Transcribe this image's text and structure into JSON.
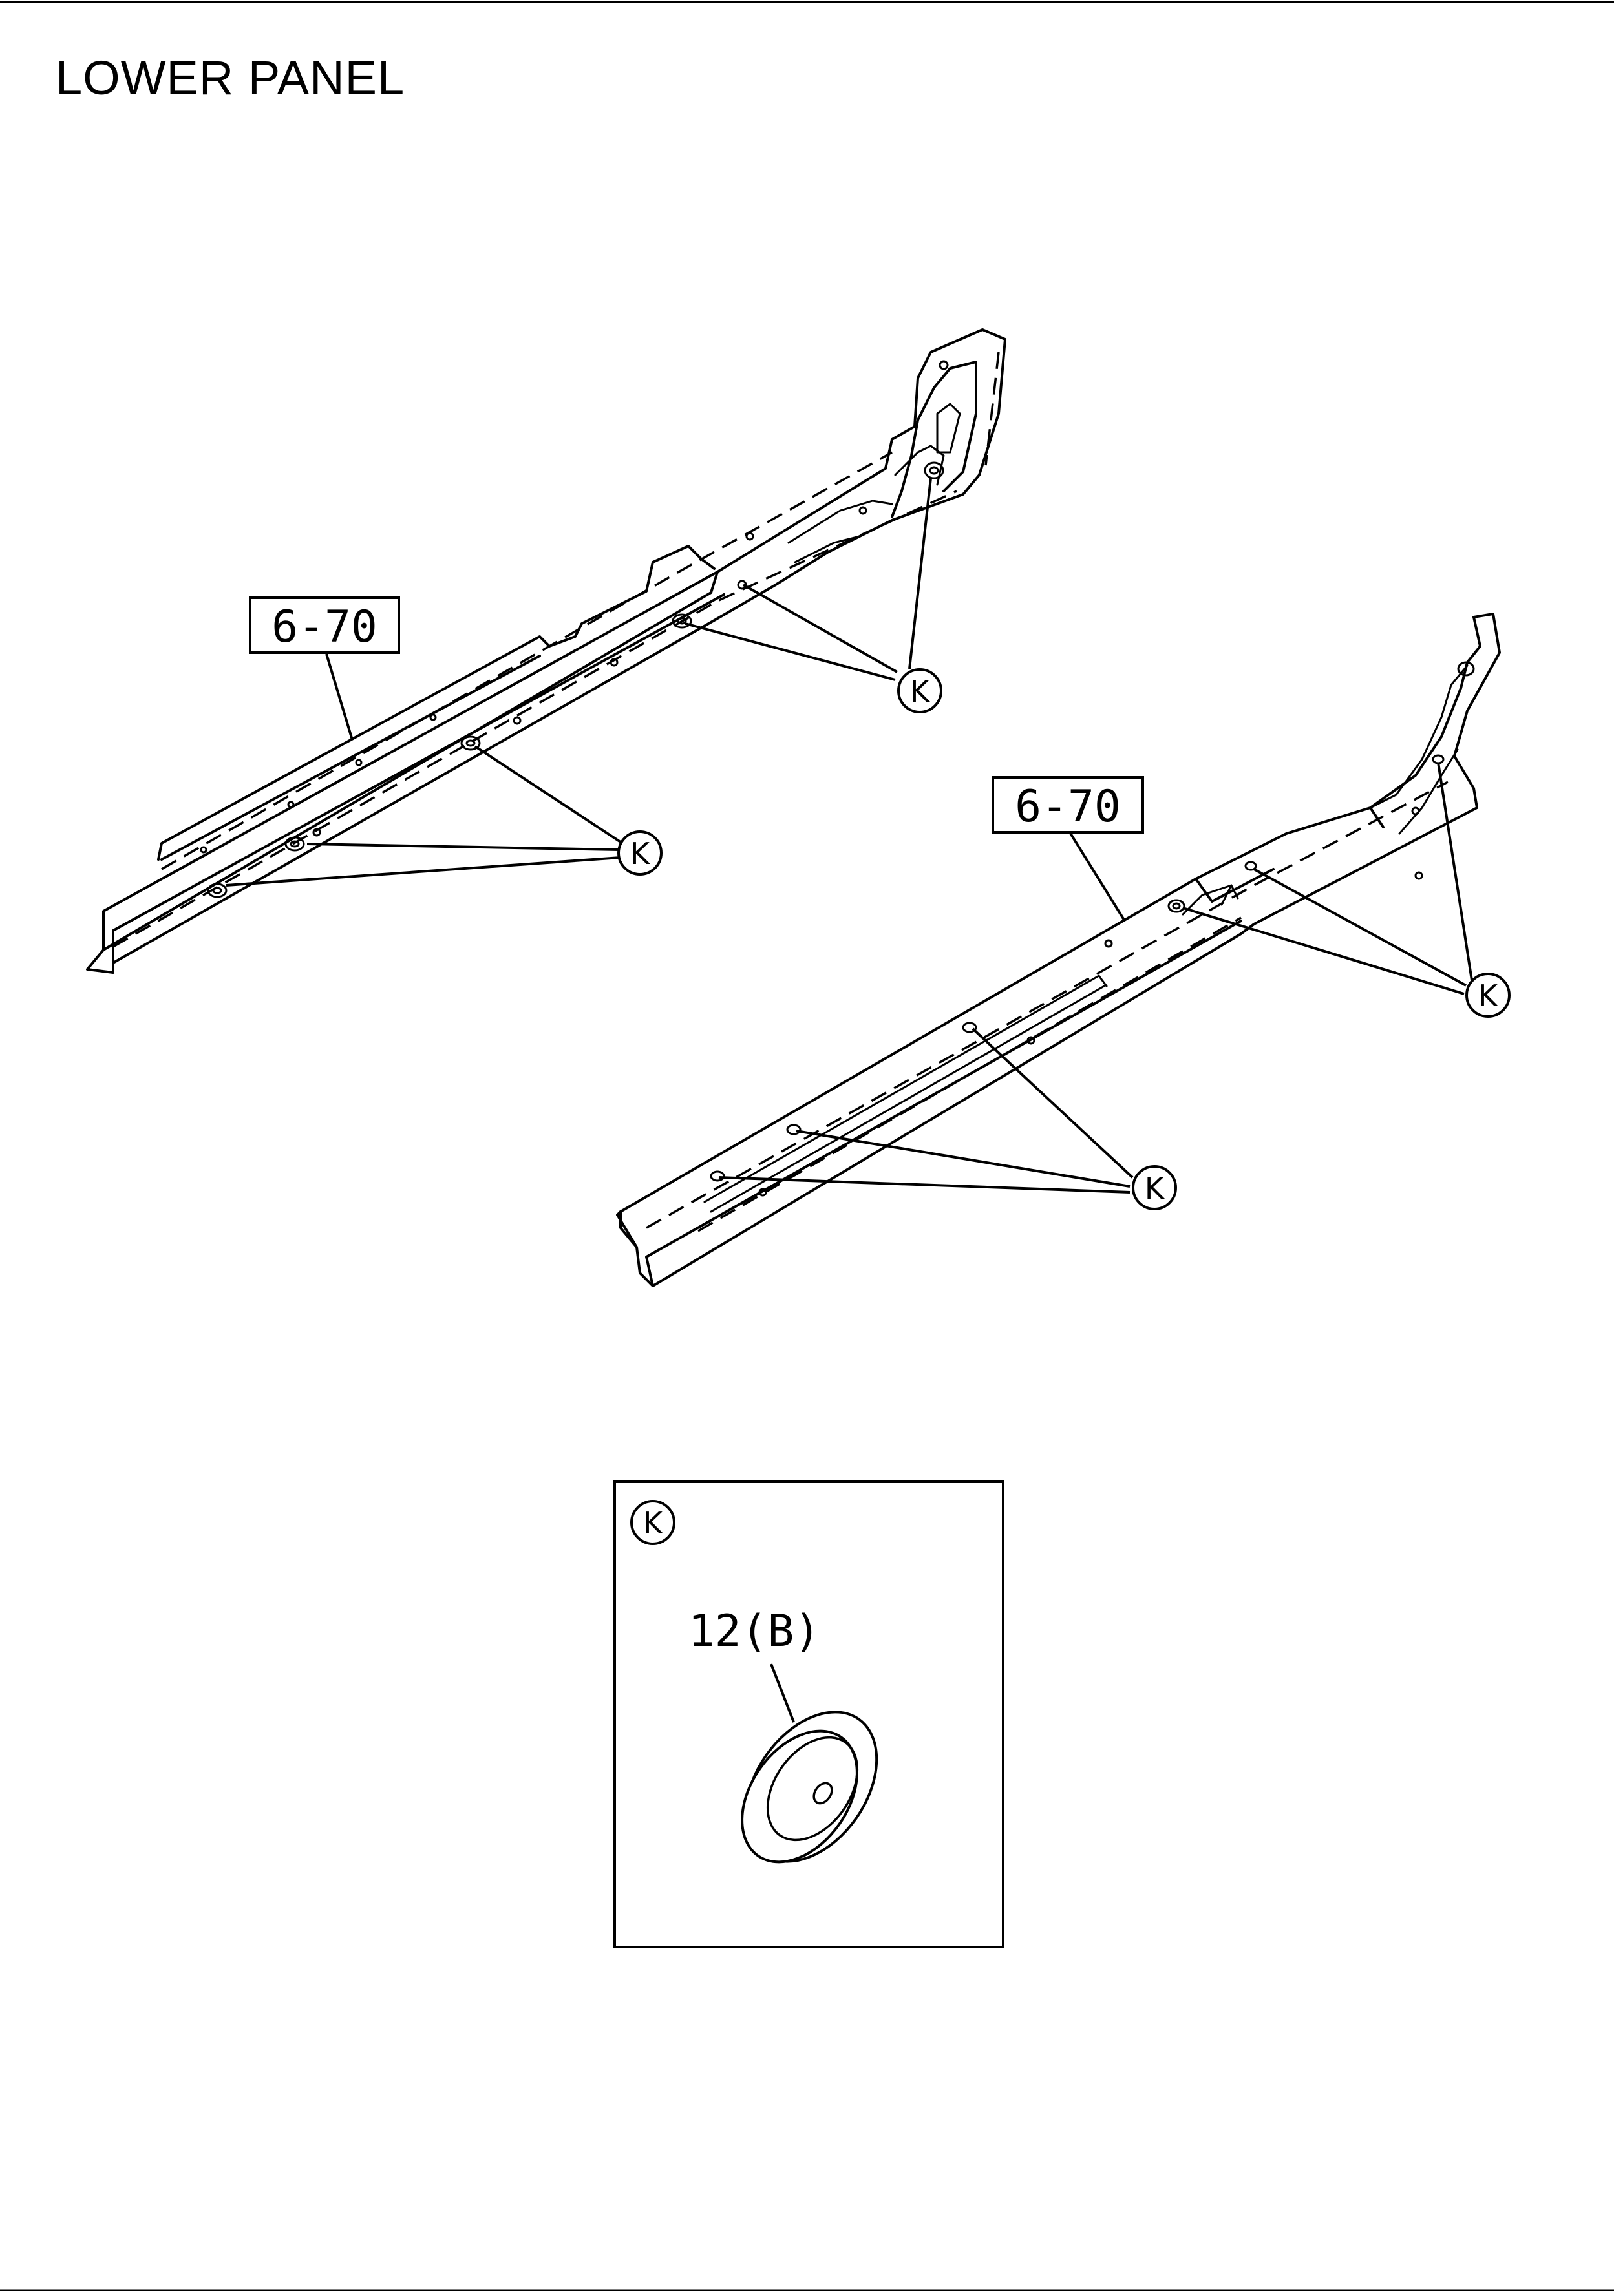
{
  "page": {
    "title": "LOWER PANEL"
  },
  "callouts": {
    "ref_left": "6-70",
    "ref_right": "6-70",
    "k_marker": "K"
  },
  "detail": {
    "marker": "K",
    "part_label": "12(B)"
  }
}
